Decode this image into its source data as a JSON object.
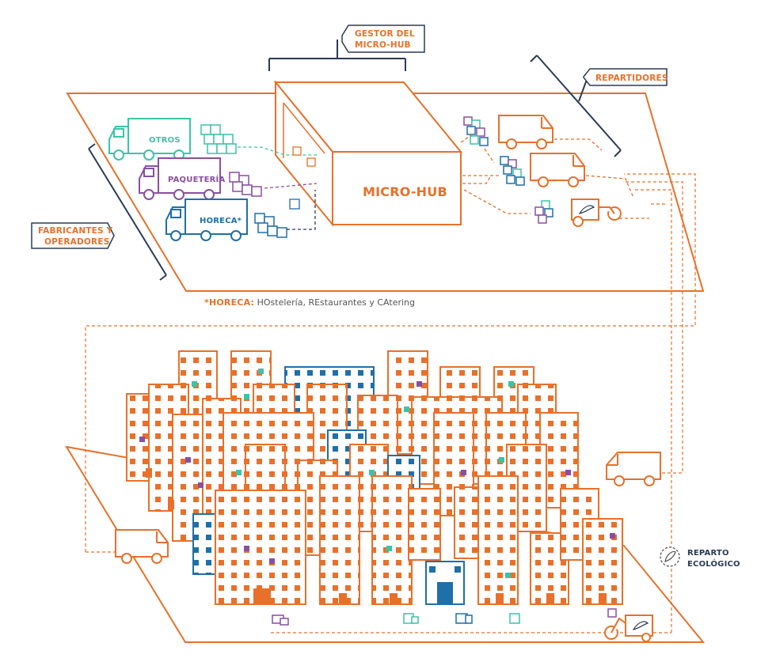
{
  "labels": {
    "gestor_line1": "GESTOR DEL",
    "gestor_line2": "MICRO-HUB",
    "repartidores": "REPARTIDORES",
    "fabricantes_line1": "FABRICANTES Y",
    "fabricantes_line2": "OPERADORES",
    "microhub": "MICRO-HUB",
    "otros": "OTROS",
    "paqueteria": "PAQUETERÍA",
    "horeca": "HORECA*",
    "footnote_key": "*HORECA:",
    "footnote_text": " HOstelería, REstaurantes y CAtering",
    "reparto_line1": "REPARTO",
    "reparto_line2": "ECOLÓGICO"
  },
  "colors": {
    "orange": "#e8702a",
    "navy": "#2b3a55",
    "teal": "#3cc3a8",
    "purple": "#8a4fa0",
    "blue": "#1f6fa8",
    "gray": "#555555"
  },
  "icons": {
    "truck": "truck-icon",
    "van": "van-icon",
    "cargo_bike": "cargo-bike-icon",
    "leaf": "leaf-icon",
    "boxes": "boxes-icon",
    "building": "building-icon"
  }
}
